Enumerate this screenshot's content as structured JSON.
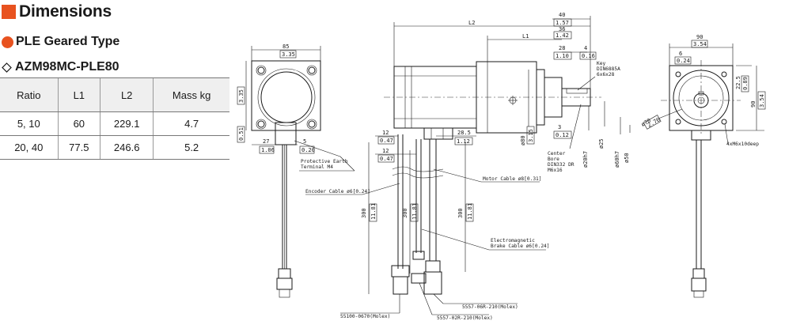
{
  "page": {
    "title": "Dimensions",
    "subtitle": "PLE Geared Type",
    "model": "AZM98MC-PLE80",
    "accent_color": "#e8521f"
  },
  "table": {
    "headers": [
      "Ratio",
      "L1",
      "L2",
      "Mass kg"
    ],
    "rows": [
      [
        "5, 10",
        "60",
        "229.1",
        "4.7"
      ],
      [
        "20, 40",
        "77.5",
        "246.6",
        "5.2"
      ]
    ]
  },
  "drawing": {
    "dims": {
      "d85": "85",
      "d85in": "3.35",
      "side335": "3.35",
      "side051": "0.51",
      "d27": "27",
      "d27in": "1.06",
      "d5": "5",
      "d5in": "0.20",
      "d12a": "12",
      "d12ain": "0.47",
      "d12b": "12",
      "d12bin": "0.47",
      "d285": "28.5",
      "d285in": "1.12",
      "d80": "ø80",
      "d80in": "3.15",
      "L2": "L2",
      "L1": "L1",
      "d40": "40",
      "d40in": "1.57",
      "d36": "36",
      "d36in": "1.42",
      "d28": "28",
      "d28in": "1.10",
      "d4": "4",
      "d4in": "0.16",
      "d3": "3",
      "d3in": "0.12",
      "d90": "90",
      "d90in": "3.54",
      "d6": "6",
      "d6in": "0.24",
      "d225": "22.5",
      "d225in": "0.89",
      "d90r": "90",
      "d90rin": "3.54",
      "d70": "ø70",
      "d70in": "2.76",
      "d300a": "300",
      "d300ain": "11.81",
      "d300b": "300",
      "d300bin": "11.81",
      "d300c": "300",
      "d300cin": "11.81",
      "shaft1": "ø20h7",
      "shaft2": "ø25",
      "shaft3": "ø60h7",
      "shaft4": "ø50"
    },
    "labels": {
      "key": "Key",
      "key_spec": "DIN6885A",
      "key_size": "6x6x28",
      "pe": "Protective Earth",
      "pe_terminal": "Terminal M4",
      "encoder": "Encoder Cable ø6[0.24]",
      "motor": "Motor Cable ø8[0.31]",
      "center": "Center",
      "bore": "Bore",
      "din": "DIN332 DR",
      "m6": "M6x16",
      "electromagnetic": "Electromagnetic",
      "brake": "Brake Cable ø6[0.24]",
      "c1": "55100-0670(Molex)",
      "c2": "5557-02R-210(Molex)",
      "c3": "5557-06R-210(Molex)",
      "tap": "4xM6x10deep"
    }
  }
}
